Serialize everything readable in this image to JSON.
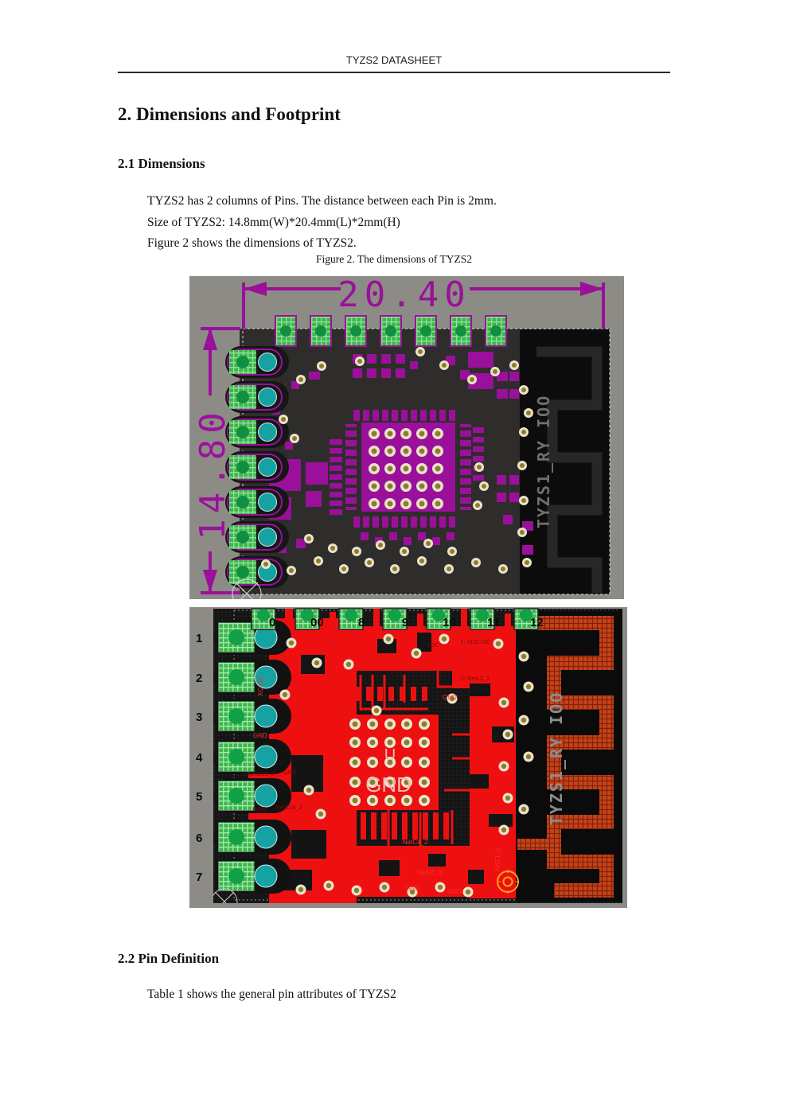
{
  "page": {
    "header_title": "TYZS2 DATASHEET",
    "section_title": "2. Dimensions and Footprint",
    "sub1_title": "2.1 Dimensions",
    "para_lines": {
      "l1": "TYZS2 has 2 columns of Pins. The distance between each Pin is 2mm.",
      "l2": "Size of TYZS2: 14.8mm(W)*20.4mm(L)*2mm(H)",
      "l3": "Figure 2 shows the dimensions of TYZS2."
    },
    "figure_caption": "Figure 2. The dimensions of TYZS2",
    "sub2_title": "2.2 Pin Definition",
    "para2": "Table 1 shows the general pin attributes of TYZS2"
  },
  "figure1": {
    "dim_width": "20.40",
    "dim_height": "14.80",
    "silkscreen": "TYZS1_RY IOO"
  },
  "figure2": {
    "top_pins": [
      "0",
      "00",
      "8",
      "9",
      "10",
      "11",
      "12"
    ],
    "left_pins": [
      "1",
      "2",
      "3",
      "4",
      "5",
      "6",
      "7"
    ],
    "silkscreen": "TYZS1_RY IOO",
    "center_designator": "U",
    "center_net": "GND",
    "labels": {
      "vdc_dc": "1: VDC-DC",
      "netl2": "2: NetL2_2",
      "gnd_a": "GND",
      "vdc": "VDC-",
      "xc_dc": "XC-DC",
      "gnd_b": "GND",
      "c15_net": "NetC15_2",
      "c15_gnd": "GND",
      "c16_gnd": "GND",
      "c16_net": "NetC16_2",
      "netc4": "NetC4_2",
      "netu1": "NetU1_2",
      "gnd_e": "GND",
      "gnd_f": "GND",
      "ant": "ANT1_1"
    }
  },
  "colors": {
    "dimension_purple": "#9b109b",
    "copper_red": "#ee1010",
    "pad_green": "#3db64b",
    "pad_teal": "#16a2a2",
    "via_gold": "#8f7d22",
    "antenna_copper": "#c8411a",
    "board_gray": "#8d8b86"
  }
}
